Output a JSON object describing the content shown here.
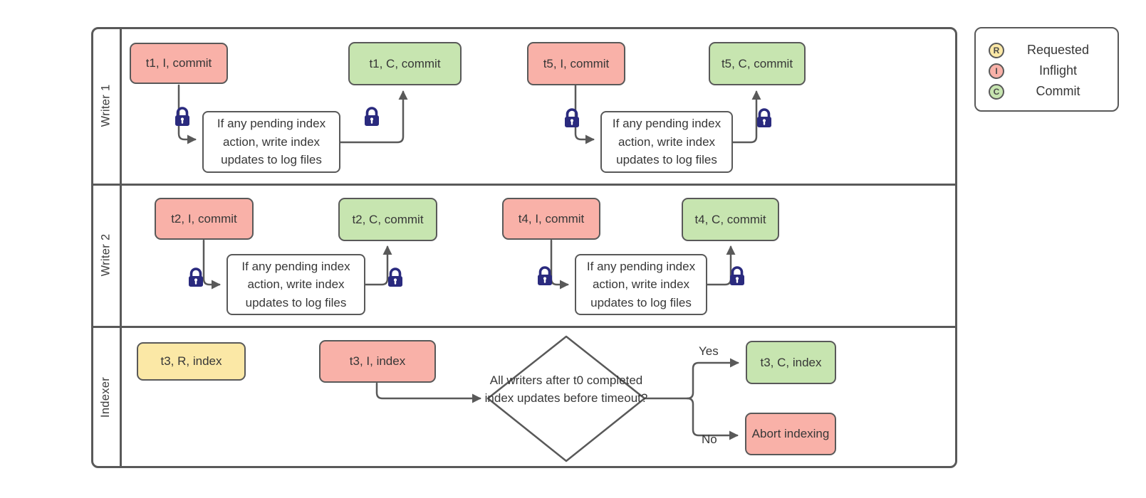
{
  "colors": {
    "line": "#595959",
    "lock": "#2a2a7e",
    "requested": "#fbe8a6",
    "inflight": "#f9b1a8",
    "commit": "#c7e5b0"
  },
  "lanes": [
    {
      "label": "Writer 1"
    },
    {
      "label": "Writer 2"
    },
    {
      "label": "Indexer"
    }
  ],
  "nodes": {
    "t1_inflight": "t1, I, commit",
    "t1_commit": "t1, C, commit",
    "t5_inflight": "t5, I, commit",
    "t5_commit": "t5, C, commit",
    "t2_inflight": "t2, I, commit",
    "t2_commit": "t2, C, commit",
    "t4_inflight": "t4, I, commit",
    "t4_commit": "t4, C, commit",
    "t3_requested": "t3, R, index",
    "t3_inflight": "t3, I, index",
    "t3_commit": "t3, C, index",
    "abort": "Abort indexing"
  },
  "process_label": "If any pending index action, write index updates to log files",
  "decision": {
    "question": "All writers after t0 completed index updates before timeout?",
    "yes_label": "Yes",
    "no_label": "No"
  },
  "legend": {
    "items": [
      {
        "badge": "R",
        "label": "Requested"
      },
      {
        "badge": "I",
        "label": "Inflight"
      },
      {
        "badge": "C",
        "label": "Commit"
      }
    ]
  }
}
